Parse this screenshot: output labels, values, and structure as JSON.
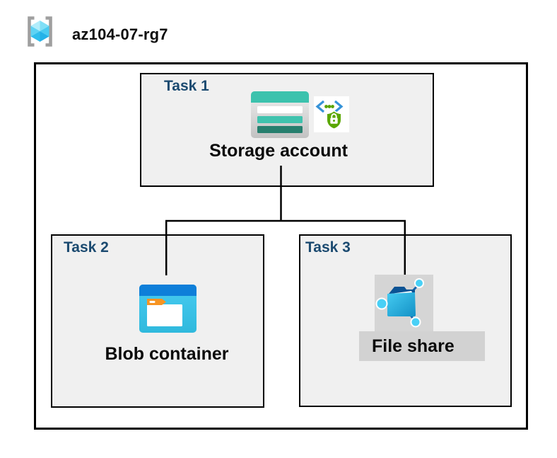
{
  "header": {
    "resource_group_name": "az104-07-rg7"
  },
  "tasks": [
    {
      "label": "Task 1",
      "item": "Storage account",
      "icons": [
        "storage-account-icon",
        "secured-access-icon"
      ]
    },
    {
      "label": "Task 2",
      "item": "Blob container",
      "icons": [
        "blob-container-icon"
      ]
    },
    {
      "label": "Task 3",
      "item": "File share",
      "icons": [
        "file-share-icon"
      ]
    }
  ],
  "connections": [
    {
      "from": "Storage account",
      "to": "Blob container"
    },
    {
      "from": "Storage account",
      "to": "File share"
    }
  ],
  "icons": {
    "resource_group": "resource-group-icon",
    "storage_account": "storage-account-icon",
    "secured_access": "secured-access-icon",
    "blob_container": "blob-container-icon",
    "file_share": "file-share-icon"
  },
  "colors": {
    "task_label_navy": "#1b4a70",
    "box_background": "#f0f0f0",
    "border_black": "#000000",
    "storage_teal": "#3cc2ad",
    "storage_teal_dark": "#267f6e",
    "blob_header_blue": "#0e7fd9",
    "blob_body_cyan": "#38c5ec",
    "folder_tab_orange": "#f79422",
    "file_share_gradient_top": "#45cbf1",
    "file_share_gradient_bottom": "#1391c6",
    "node_light_blue": "#49d0f6",
    "link_dark_blue": "#1464ad",
    "shield_green": "#5aa702",
    "chevron_blue": "#3693d8",
    "cube_light_cyan": "#7fdff7",
    "bracket_gray": "#9f9f9f",
    "badge_gray": "#d5d5d5",
    "label_bg_gray": "#d2d2d2"
  }
}
